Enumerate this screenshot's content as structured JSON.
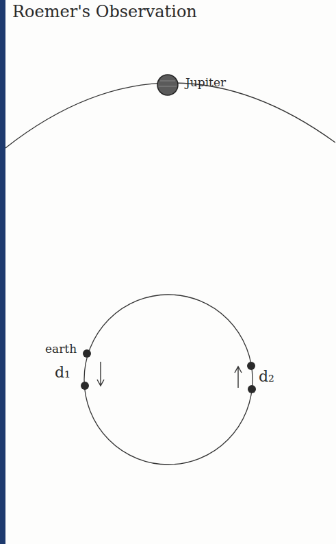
{
  "diagram": {
    "title": "Roemer's Observation",
    "labels": [
      "Jupiter",
      "earth",
      "d₁",
      "d₂"
    ]
  }
}
